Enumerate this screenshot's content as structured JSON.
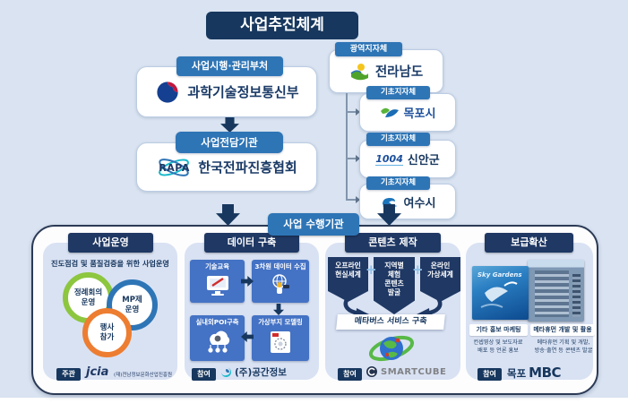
{
  "title": "사업추진체계",
  "top": {
    "ministry": {
      "label": "사업시행·관리부처",
      "name": "과학기술정보통신부"
    },
    "agency": {
      "label": "사업전담기관",
      "logo_text": "RAPA",
      "name": "한국전파진흥협회"
    },
    "regional": {
      "label": "광역지자체",
      "name": "전라남도"
    },
    "local": [
      {
        "label": "기초지자체",
        "name": "목포시"
      },
      {
        "label": "기초지자체",
        "logo_text": "1004",
        "name": "신안군"
      },
      {
        "label": "기초지자체",
        "name": "여수시"
      }
    ]
  },
  "performer_label": "사업 수행기관",
  "columns": [
    {
      "header": "사업운영",
      "badge": "주관",
      "subtitle": "진도점검 및 품질검증을 위한 사업운영",
      "circles": [
        {
          "text": "정례회의\n운영",
          "color": "#8dc63f"
        },
        {
          "text": "MP제\n운영",
          "color": "#2e75b6"
        },
        {
          "text": "행사\n참가",
          "color": "#ed7d31"
        }
      ],
      "org": {
        "logo_text": "jcia",
        "name": "(재)전남정보문화산업진흥원"
      }
    },
    {
      "header": "데이터 구축",
      "badge": "참여",
      "tiles": [
        "기술교육",
        "3차원 데이터 수집",
        "실내외POI구축",
        "가상부지 모델링"
      ],
      "org": {
        "name": "(주)공간정보"
      }
    },
    {
      "header": "콘텐츠 제작",
      "badge": "참여",
      "banners": [
        "오프라인\n현실세계",
        "지역별\n체험\n콘텐츠\n발굴",
        "온라인\n가상세계"
      ],
      "plus": "+",
      "band": "메타버스 서비스 구축",
      "org": {
        "name": "SMARTCUBE"
      }
    },
    {
      "header": "보급확산",
      "badge": "참여",
      "photo_caption": "Sky Gardens",
      "items": [
        {
          "label": "기타 홍보 마케팅",
          "desc": "컨셉영상 및 보도자료\n배포 등 언론 홍보"
        },
        {
          "label": "메타휴먼 개발 및 활용",
          "desc": "메타휴먼 기획 및 개발,\n방송·출연 등 콘텐츠 발굴"
        }
      ],
      "org": {
        "prefix": "목포",
        "name": "MBC"
      }
    }
  ],
  "icons": {
    "ministry": "taegeuk-symbol",
    "agency": "rapa-atom-icon",
    "regional": "jeonnam-emblem-icon",
    "mokpo": "mokpo-emblem-icon",
    "sinan": "sinan-1004-emblem",
    "yeosu": "yeosu-emblem-icon",
    "flow": "down-arrow-icon",
    "tile1": "monitor-pencil-icon",
    "tile2": "surveyor-camera-icon",
    "tile3": "cloud-network-icon",
    "tile4": "document-map-icon",
    "metaverse": "globe-swoosh-icon",
    "smartcube": "smartcube-mark-icon",
    "gongkan": "swirl-mark-icon"
  },
  "colors": {
    "page_bg": "#d9e3f1",
    "navy": "#17375e",
    "header_navy": "#1f3864",
    "label_blue": "#2e75b6",
    "tile_blue": "#4472c4",
    "column_bg": "#d9e2f3",
    "green": "#8dc63f",
    "orange": "#ed7d31",
    "plus_blue": "#8fc1e9"
  }
}
